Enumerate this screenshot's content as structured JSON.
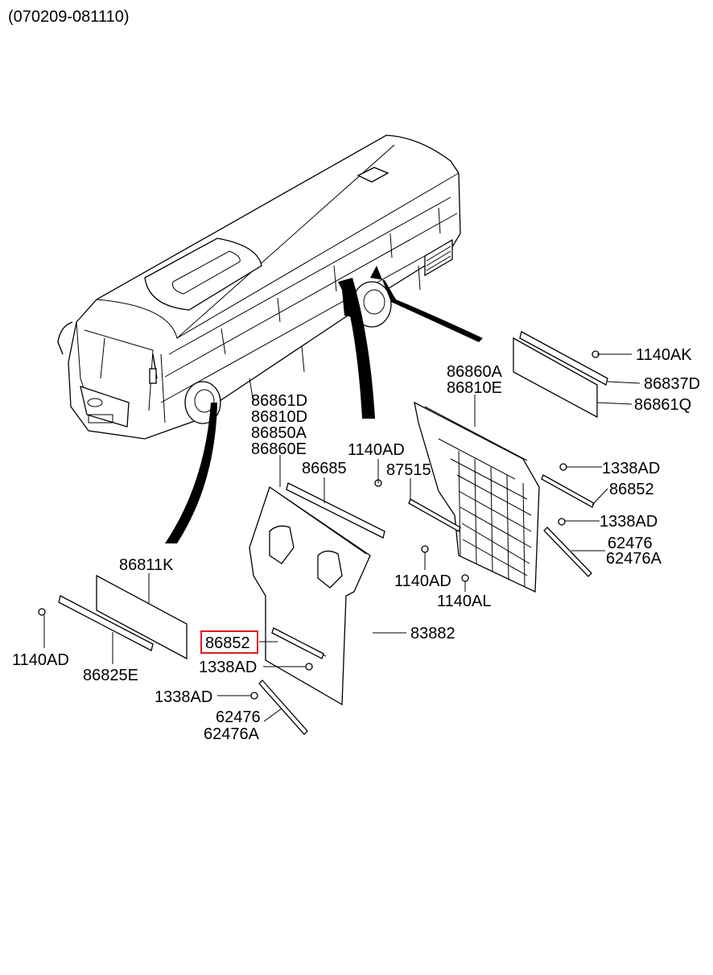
{
  "header": {
    "range": "(070209-081110)"
  },
  "colors": {
    "highlight": "#e31b1b",
    "ink": "#000000"
  },
  "callouts": {
    "p86861D": "86861D",
    "p86810D": "86810D",
    "p86850A": "86850A",
    "p86860E": "86860E",
    "p86860A": "86860A",
    "p86810E": "86810E",
    "p1140AK": "1140AK",
    "p86837D": "86837D",
    "p86861Q": "86861Q",
    "p1140AD_mid": "1140AD",
    "p86685": "86685",
    "p87515": "87515",
    "p1338AD_r1": "1338AD",
    "p86852_r": "86852",
    "p1338AD_r2": "1338AD",
    "p62476_r": "62476",
    "p62476A_r": "62476A",
    "p1140AD_r": "1140AD",
    "p1140AL": "1140AL",
    "p86811K": "86811K",
    "p1140AD_l": "1140AD",
    "p86825E": "86825E",
    "p86852_sel": "86852",
    "p83882": "83882",
    "p1338AD_c1": "1338AD",
    "p1338AD_c2": "1338AD",
    "p62476_c": "62476",
    "p62476A_c": "62476A"
  },
  "selected_part": "86852"
}
